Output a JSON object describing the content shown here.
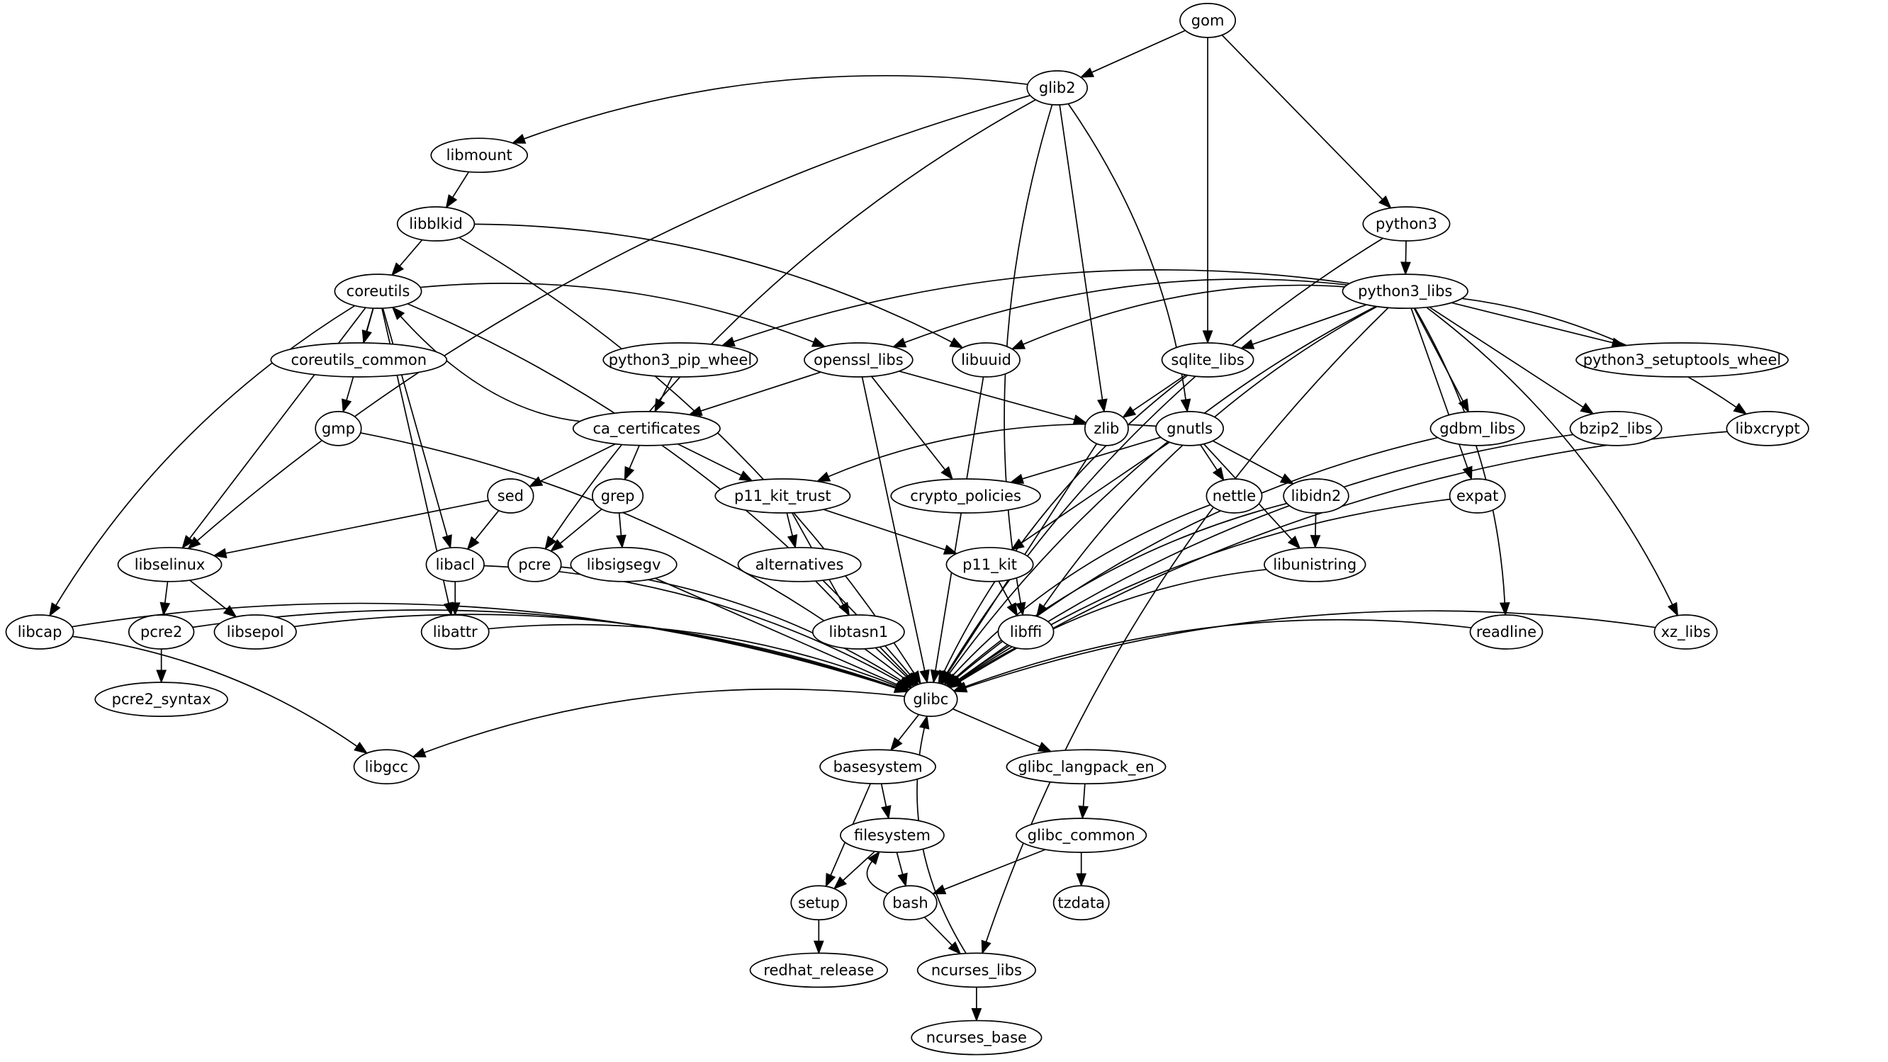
{
  "graph": {
    "type": "directed-dependency-graph",
    "colors": {
      "node_fill": "#ffffff",
      "stroke": "#000000",
      "text": "#000000",
      "background": "#ffffff"
    },
    "nodes": [
      {
        "id": "gom",
        "label": "gom"
      },
      {
        "id": "glib2",
        "label": "glib2"
      },
      {
        "id": "libmount",
        "label": "libmount"
      },
      {
        "id": "libblkid",
        "label": "libblkid"
      },
      {
        "id": "python3",
        "label": "python3"
      },
      {
        "id": "coreutils",
        "label": "coreutils"
      },
      {
        "id": "python3_libs",
        "label": "python3_libs"
      },
      {
        "id": "coreutils_common",
        "label": "coreutils_common"
      },
      {
        "id": "python3_pip_wheel",
        "label": "python3_pip_wheel"
      },
      {
        "id": "openssl_libs",
        "label": "openssl_libs"
      },
      {
        "id": "libuuid",
        "label": "libuuid"
      },
      {
        "id": "sqlite_libs",
        "label": "sqlite_libs"
      },
      {
        "id": "python3_setuptools_wheel",
        "label": "python3_setuptools_wheel"
      },
      {
        "id": "gmp",
        "label": "gmp"
      },
      {
        "id": "ca_certificates",
        "label": "ca_certificates"
      },
      {
        "id": "zlib",
        "label": "zlib"
      },
      {
        "id": "gnutls",
        "label": "gnutls"
      },
      {
        "id": "gdbm_libs",
        "label": "gdbm_libs"
      },
      {
        "id": "bzip2_libs",
        "label": "bzip2_libs"
      },
      {
        "id": "libxcrypt",
        "label": "libxcrypt"
      },
      {
        "id": "sed",
        "label": "sed"
      },
      {
        "id": "grep",
        "label": "grep"
      },
      {
        "id": "p11_kit_trust",
        "label": "p11_kit_trust"
      },
      {
        "id": "crypto_policies",
        "label": "crypto_policies"
      },
      {
        "id": "nettle",
        "label": "nettle"
      },
      {
        "id": "libidn2",
        "label": "libidn2"
      },
      {
        "id": "expat",
        "label": "expat"
      },
      {
        "id": "libselinux",
        "label": "libselinux"
      },
      {
        "id": "libacl",
        "label": "libacl"
      },
      {
        "id": "pcre",
        "label": "pcre"
      },
      {
        "id": "libsigsegv",
        "label": "libsigsegv"
      },
      {
        "id": "alternatives",
        "label": "alternatives"
      },
      {
        "id": "p11_kit",
        "label": "p11_kit"
      },
      {
        "id": "libunistring",
        "label": "libunistring"
      },
      {
        "id": "libcap",
        "label": "libcap"
      },
      {
        "id": "pcre2",
        "label": "pcre2"
      },
      {
        "id": "libsepol",
        "label": "libsepol"
      },
      {
        "id": "libattr",
        "label": "libattr"
      },
      {
        "id": "libtasn1",
        "label": "libtasn1"
      },
      {
        "id": "libffi",
        "label": "libffi"
      },
      {
        "id": "readline",
        "label": "readline"
      },
      {
        "id": "xz_libs",
        "label": "xz_libs"
      },
      {
        "id": "glibc",
        "label": "glibc"
      },
      {
        "id": "pcre2_syntax",
        "label": "pcre2_syntax"
      },
      {
        "id": "libgcc",
        "label": "libgcc"
      },
      {
        "id": "basesystem",
        "label": "basesystem"
      },
      {
        "id": "glibc_langpack_en",
        "label": "glibc_langpack_en"
      },
      {
        "id": "filesystem",
        "label": "filesystem"
      },
      {
        "id": "glibc_common",
        "label": "glibc_common"
      },
      {
        "id": "setup",
        "label": "setup"
      },
      {
        "id": "bash",
        "label": "bash"
      },
      {
        "id": "tzdata",
        "label": "tzdata"
      },
      {
        "id": "redhat_release",
        "label": "redhat_release"
      },
      {
        "id": "ncurses_libs",
        "label": "ncurses_libs"
      },
      {
        "id": "ncurses_base",
        "label": "ncurses_base"
      }
    ],
    "edges": [
      [
        "gom",
        "glib2"
      ],
      [
        "gom",
        "sqlite_libs"
      ],
      [
        "gom",
        "python3"
      ],
      [
        "glib2",
        "libmount"
      ],
      [
        "glib2",
        "libselinux"
      ],
      [
        "glib2",
        "pcre"
      ],
      [
        "glib2",
        "libffi"
      ],
      [
        "glib2",
        "zlib"
      ],
      [
        "glib2",
        "gnutls"
      ],
      [
        "libmount",
        "libblkid"
      ],
      [
        "libblkid",
        "coreutils"
      ],
      [
        "libblkid",
        "libuuid"
      ],
      [
        "libblkid",
        "glibc"
      ],
      [
        "python3",
        "python3_libs"
      ],
      [
        "python3",
        "glibc"
      ],
      [
        "coreutils",
        "coreutils_common"
      ],
      [
        "coreutils",
        "openssl_libs"
      ],
      [
        "coreutils",
        "gmp"
      ],
      [
        "coreutils",
        "libselinux"
      ],
      [
        "coreutils",
        "libcap"
      ],
      [
        "coreutils",
        "libacl"
      ],
      [
        "coreutils",
        "libattr"
      ],
      [
        "coreutils",
        "glibc"
      ],
      [
        "ca_certificates",
        "coreutils"
      ],
      [
        "python3_libs",
        "python3_pip_wheel"
      ],
      [
        "python3_libs",
        "openssl_libs"
      ],
      [
        "python3_libs",
        "libuuid"
      ],
      [
        "python3_libs",
        "sqlite_libs"
      ],
      [
        "python3_libs",
        "python3_setuptools_wheel"
      ],
      [
        "python3_libs",
        "gdbm_libs"
      ],
      [
        "python3_libs",
        "bzip2_libs"
      ],
      [
        "python3_libs",
        "libxcrypt"
      ],
      [
        "python3_libs",
        "expat"
      ],
      [
        "python3_libs",
        "readline"
      ],
      [
        "python3_libs",
        "xz_libs"
      ],
      [
        "python3_libs",
        "libffi"
      ],
      [
        "python3_libs",
        "ncurses_libs"
      ],
      [
        "python3_libs",
        "glibc"
      ],
      [
        "python3_pip_wheel",
        "ca_certificates"
      ],
      [
        "openssl_libs",
        "ca_certificates"
      ],
      [
        "openssl_libs",
        "zlib"
      ],
      [
        "openssl_libs",
        "crypto_policies"
      ],
      [
        "openssl_libs",
        "glibc"
      ],
      [
        "libuuid",
        "glibc"
      ],
      [
        "sqlite_libs",
        "zlib"
      ],
      [
        "sqlite_libs",
        "glibc"
      ],
      [
        "ca_certificates",
        "sed"
      ],
      [
        "ca_certificates",
        "grep"
      ],
      [
        "ca_certificates",
        "p11_kit_trust"
      ],
      [
        "gnutls",
        "p11_kit_trust"
      ],
      [
        "gnutls",
        "crypto_policies"
      ],
      [
        "gnutls",
        "nettle"
      ],
      [
        "gnutls",
        "libidn2"
      ],
      [
        "gnutls",
        "libunistring"
      ],
      [
        "gnutls",
        "p11_kit"
      ],
      [
        "zlib",
        "glibc"
      ],
      [
        "gmp",
        "glibc"
      ],
      [
        "gdbm_libs",
        "glibc"
      ],
      [
        "bzip2_libs",
        "glibc"
      ],
      [
        "libxcrypt",
        "glibc"
      ],
      [
        "sed",
        "libselinux"
      ],
      [
        "sed",
        "libacl"
      ],
      [
        "grep",
        "pcre"
      ],
      [
        "grep",
        "libsigsegv"
      ],
      [
        "p11_kit_trust",
        "alternatives"
      ],
      [
        "p11_kit_trust",
        "p11_kit"
      ],
      [
        "p11_kit_trust",
        "libtasn1"
      ],
      [
        "nettle",
        "glibc"
      ],
      [
        "libidn2",
        "libunistring"
      ],
      [
        "libidn2",
        "glibc"
      ],
      [
        "expat",
        "glibc"
      ],
      [
        "libselinux",
        "pcre2"
      ],
      [
        "libselinux",
        "libsepol"
      ],
      [
        "libacl",
        "libattr"
      ],
      [
        "libacl",
        "glibc"
      ],
      [
        "pcre",
        "glibc"
      ],
      [
        "libsigsegv",
        "glibc"
      ],
      [
        "alternatives",
        "glibc"
      ],
      [
        "p11_kit",
        "libffi"
      ],
      [
        "libunistring",
        "glibc"
      ],
      [
        "libcap",
        "glibc"
      ],
      [
        "libcap",
        "libgcc"
      ],
      [
        "pcre2",
        "pcre2_syntax"
      ],
      [
        "pcre2",
        "glibc"
      ],
      [
        "libsepol",
        "glibc"
      ],
      [
        "libattr",
        "glibc"
      ],
      [
        "libtasn1",
        "glibc"
      ],
      [
        "libffi",
        "glibc"
      ],
      [
        "readline",
        "glibc"
      ],
      [
        "xz_libs",
        "glibc"
      ],
      [
        "glibc",
        "libgcc"
      ],
      [
        "glibc",
        "basesystem"
      ],
      [
        "glibc",
        "glibc_langpack_en"
      ],
      [
        "basesystem",
        "filesystem"
      ],
      [
        "basesystem",
        "setup"
      ],
      [
        "glibc_langpack_en",
        "glibc_common"
      ],
      [
        "filesystem",
        "setup"
      ],
      [
        "filesystem",
        "bash"
      ],
      [
        "bash",
        "filesystem"
      ],
      [
        "glibc_common",
        "bash"
      ],
      [
        "glibc_common",
        "tzdata"
      ],
      [
        "setup",
        "redhat_release"
      ],
      [
        "bash",
        "ncurses_libs"
      ],
      [
        "ncurses_libs",
        "glibc"
      ],
      [
        "ncurses_libs",
        "ncurses_base"
      ]
    ]
  }
}
